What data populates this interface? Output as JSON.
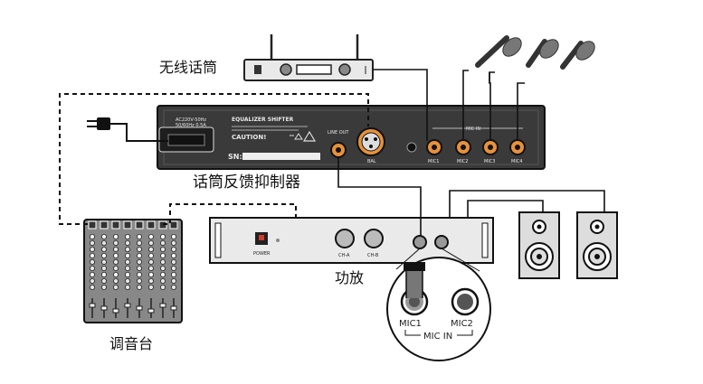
{
  "labels": {
    "wireless_mic": "无线话筒",
    "suppressor": "话筒反馈抑制器",
    "amplifier": "功放",
    "mixer": "调音台"
  },
  "suppressor_panel": {
    "model": "EQUALIZER SHIFTER",
    "caution": "CAUTION!",
    "sn": "SN:",
    "power_rating": "AC220V-50Hz",
    "power_rating2": "50/60Hz 0.5A",
    "line_out": "LINE OUT",
    "bal": "BAL",
    "mic_group": "MIC IN",
    "mic1": "MIC1",
    "mic2": "MIC2",
    "mic3": "MIC3",
    "mic4": "MIC4"
  },
  "amplifier_panel": {
    "power": "POWER",
    "knob1": "CH-A",
    "knob2": "CH-B"
  },
  "zoom": {
    "mic1": "MIC1",
    "mic2": "MIC2",
    "mic_in": "MIC IN"
  },
  "colors": {
    "device_body": "#3a3a3a",
    "connector_orange": "#e8913a",
    "cable": "#111111"
  }
}
